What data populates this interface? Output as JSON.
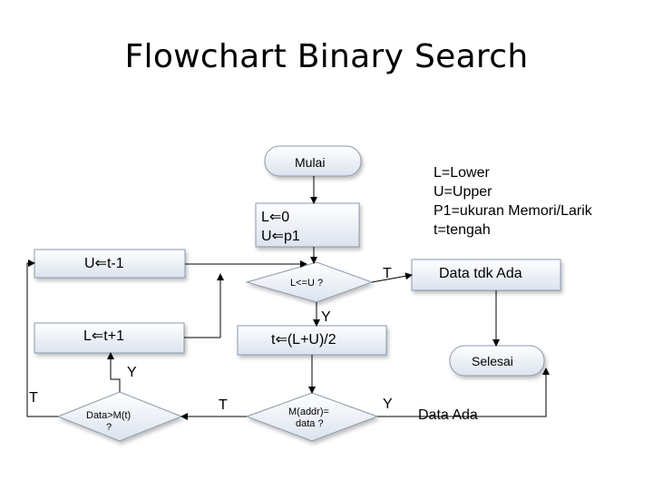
{
  "title": "Flowchart Binary Search",
  "nodes": {
    "start": "Mulai",
    "init_l": "L⇐0",
    "init_u": "U⇐p1",
    "update_u": "U⇐t-1",
    "condition": "L<=U ?",
    "update_l": "L⇐t+1",
    "mid": "t⇐(L+U)/2",
    "not_found": "Data tdk Ada",
    "end": "Selesai",
    "compare_line1": "Data>M(t)",
    "compare_line2": "?",
    "match_line1": "M(addr)=",
    "match_line2": "data ?",
    "found": "Data Ada"
  },
  "edge_labels": {
    "cond_false": "T",
    "cond_true": "Y",
    "compare_true": "Y",
    "compare_false": "T",
    "match_false": "T",
    "match_true": "Y"
  },
  "legend": [
    "L=Lower",
    "U=Upper",
    "P1=ukuran Memori/Larik",
    "t=tengah"
  ],
  "colors": {
    "fill": "#3b78b8",
    "stroke": "#bcd0e6",
    "line": "#000000"
  }
}
